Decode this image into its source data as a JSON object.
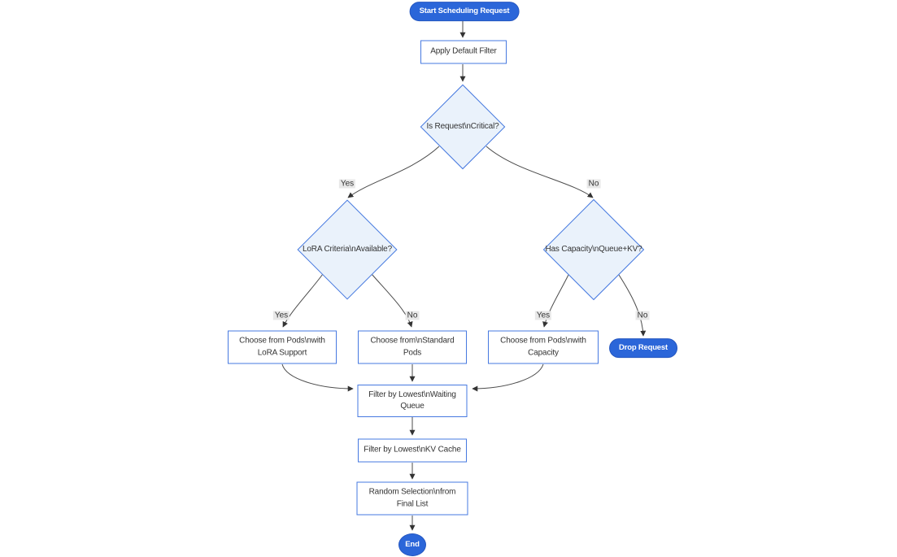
{
  "diagram": {
    "type": "flowchart",
    "nodes": {
      "start": "Start Scheduling Request",
      "apply_default_filter": "Apply Default Filter",
      "is_request_critical": "Is Request\\nCritical?",
      "lora_criteria_available": "LoRA Criteria\\nAvailable?",
      "has_capacity_queue_kv": "Has Capacity\\nQueue+KV?",
      "choose_pods_lora": "Choose from Pods\\nwith LoRA Support",
      "choose_standard_pods": "Choose from\\nStandard Pods",
      "choose_pods_capacity": "Choose from Pods\\nwith Capacity",
      "drop_request": "Drop Request",
      "filter_lowest_waiting_queue": "Filter by Lowest\\nWaiting Queue",
      "filter_lowest_kv_cache": "Filter by Lowest\\nKV Cache",
      "random_selection": "Random Selection\\nfrom Final List",
      "end": "End"
    },
    "edge_labels": {
      "critical_yes": "Yes",
      "critical_no": "No",
      "lora_yes": "Yes",
      "lora_no": "No",
      "capacity_yes": "Yes",
      "capacity_no": "No"
    },
    "colors": {
      "pill_fill": "#2b66d9",
      "node_border": "#4679e0",
      "decision_fill": "#eaf2fb",
      "node_fill": "#ffffff",
      "edge_line": "#4b4b4b",
      "edge_label_bg": "#e8e8e8",
      "text": "#333333"
    }
  }
}
